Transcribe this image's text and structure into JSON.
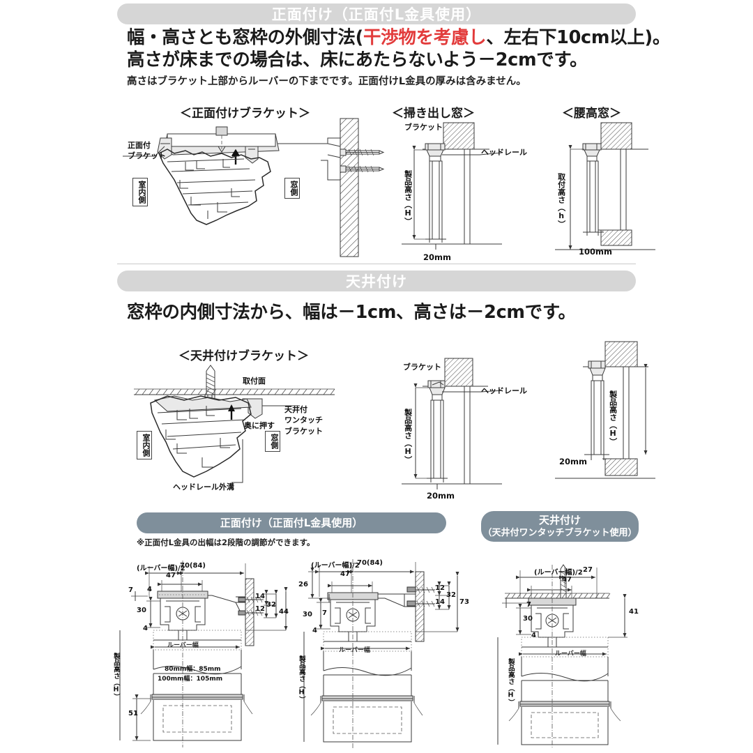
{
  "section1": {
    "header": "正面付け（正面付L金具使用）",
    "lead_line1_a": "幅・高さとも窓枠の外側寸法(",
    "lead_line1_red": "干渉物を考慮し",
    "lead_line1_b": "、左右下10cm以上)。",
    "lead_line2": "高さが床までの場合は、床にあたらないよう－2cmです。",
    "sub": "高さはブラケット上部からルーバーの下までです。正面付けL金具の厚みは含みません。",
    "fig_bracket": {
      "caption": "＜正面付けブラケット＞",
      "label_bracket": "正面付\nブラケット",
      "label_indoor": "室内側",
      "label_window": "窓側"
    },
    "fig_sliding": {
      "caption": "＜掃き出し窓＞",
      "label_bracket": "ブラケット",
      "label_headrail": "ヘッドレール",
      "label_height": "製品高さ（H）",
      "dim_bottom": "20mm"
    },
    "fig_waist": {
      "caption": "＜腰高窓＞",
      "label_height": "取付高さ（h）",
      "dim_bottom": "100mm"
    }
  },
  "section2": {
    "header": "天井付け",
    "lead": "窓枠の内側寸法から、幅は－1cm、高さは－2cmです。",
    "fig_bracket": {
      "caption": "＜天井付けブラケット＞",
      "label_surface": "取付面",
      "label_onetouch": "天井付\nワンタッチ\nブラケット",
      "label_push": "奥に押す",
      "label_outgroove": "ヘッドレール外溝",
      "label_indoor": "室内側",
      "label_window": "窓側"
    },
    "fig_left": {
      "label_bracket": "ブラケット",
      "label_headrail": "ヘッドレール",
      "label_height": "製品高さ（H）",
      "dim_bottom": "20mm"
    },
    "fig_right": {
      "label_height": "製品高さ（H）",
      "dim_bottom": "20mm"
    }
  },
  "section3": {
    "header_left": "正面付け（正面付L金具使用）",
    "header_right_line1": "天井付け",
    "header_right_line2": "（天井付ワンタッチブラケット使用）",
    "note": "※正面付L金具の出幅は2段階の調節ができます。",
    "fig_a": {
      "dim_louverhalf": "(ルーバー幅)/2",
      "dim_out": "70(84)",
      "dim_47": "47",
      "dim_7": "7",
      "dim_4a": "4",
      "dim_30": "30",
      "dim_4b": "4",
      "dim_14": "14",
      "dim_12": "12",
      "dim_32": "32",
      "dim_44": "44",
      "label_louver": "ルーバー幅",
      "label_width80": "80mm幅：85mm",
      "label_width100": "100mm幅：105mm",
      "dim_51": "51",
      "label_height": "製品高さ（H）"
    },
    "fig_b": {
      "dim_louverhalf": "(ルーバー幅)/2",
      "dim_out": "70(84)",
      "dim_47": "47",
      "dim_26": "26",
      "dim_30": "30",
      "dim_7": "7",
      "dim_4": "4",
      "dim_12": "12",
      "dim_14": "14",
      "dim_32": "32",
      "dim_73": "73",
      "label_louver": "ルーバー幅",
      "label_height": "製品高さ（H）"
    },
    "fig_c": {
      "dim_louverhalf": "(ルーバー幅)/2",
      "dim_27": "27",
      "dim_47": "47",
      "dim_7": "7",
      "dim_30": "30",
      "dim_4": "4",
      "dim_41": "41",
      "label_louver": "ルーバー幅",
      "label_height": "製品高さ（H）"
    }
  },
  "colors": {
    "pill_light": "#d6d6d6",
    "pill_dark": "#7f8f9b",
    "accent_red": "#e23b3b",
    "line": "#3a3a3a",
    "page_bg": "#ffffff"
  }
}
